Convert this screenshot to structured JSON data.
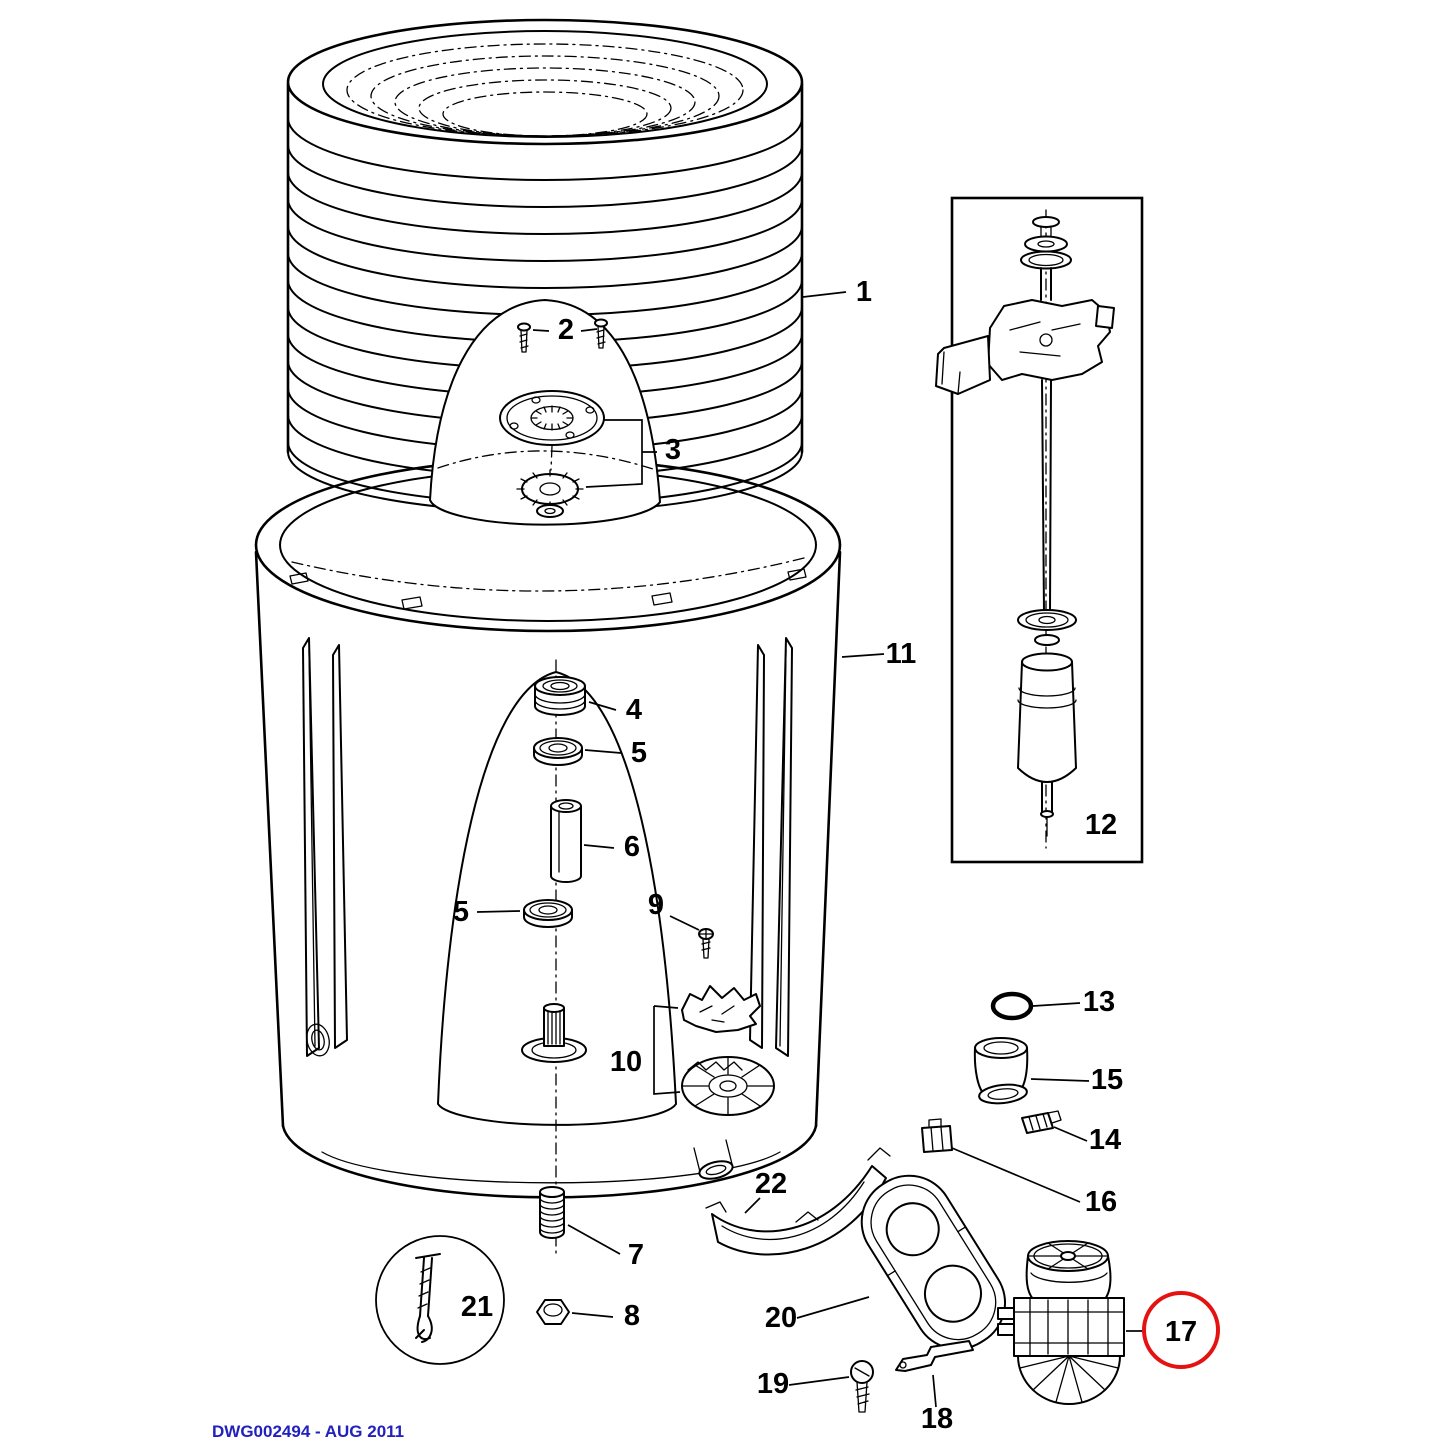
{
  "footer": {
    "text": "DWG002494 - AUG 2011"
  },
  "colors": {
    "line": "#000000",
    "footer": "#2121bd",
    "highlight": "#e51212",
    "background": "#ffffff"
  },
  "labels": {
    "p1": "1",
    "p2": "2",
    "p3": "3",
    "p4": "4",
    "p5a": "5",
    "p5b": "5",
    "p6": "6",
    "p7": "7",
    "p8": "8",
    "p9": "9",
    "p10": "10",
    "p11": "11",
    "p12": "12",
    "p13": "13",
    "p14": "14",
    "p15": "15",
    "p16": "16",
    "p17": "17",
    "p18": "18",
    "p19": "19",
    "p20": "20",
    "p21": "21",
    "p22": "22"
  },
  "highlight": {
    "circled_label": "17"
  }
}
